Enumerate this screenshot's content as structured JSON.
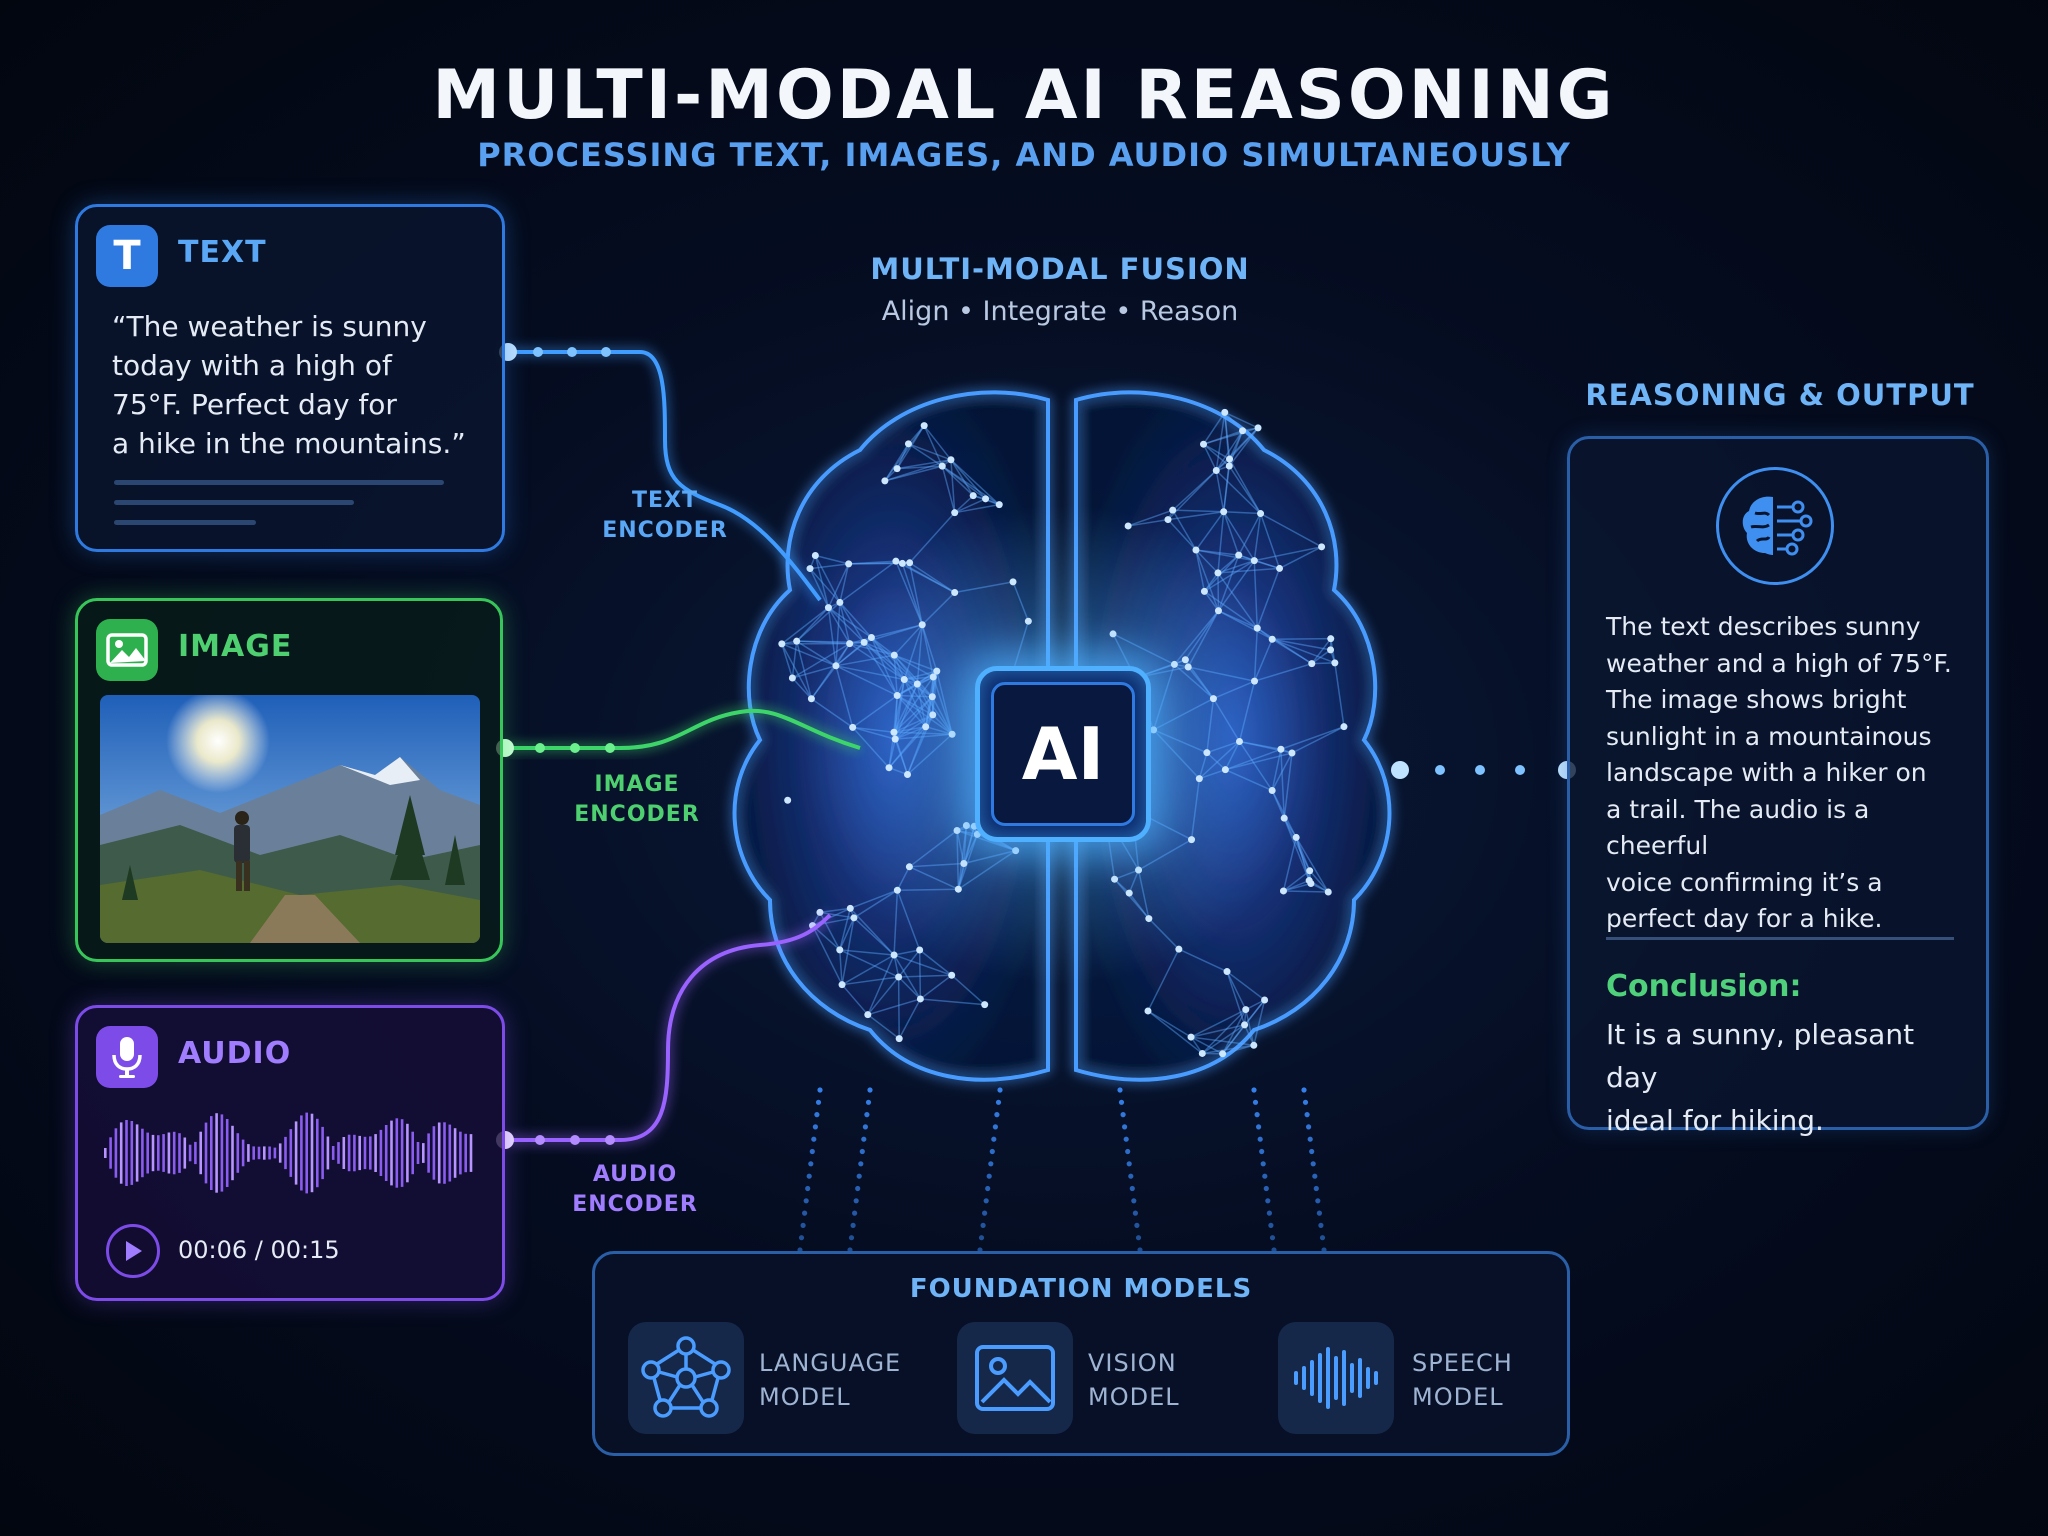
{
  "header": {
    "title": "MULTI-MODAL AI REASONING",
    "subtitle": "PROCESSING TEXT, IMAGES, AND AUDIO SIMULTANEOUSLY"
  },
  "inputs": {
    "text": {
      "badge": "T",
      "title": "TEXT",
      "quote_lines": [
        "“The weather is sunny",
        "today with a high of",
        "75°F. Perfect day for",
        "a hike in the mountains.”"
      ]
    },
    "image": {
      "title": "IMAGE"
    },
    "audio": {
      "title": "AUDIO",
      "time": "00:06 / 00:15"
    }
  },
  "encoders": {
    "text": [
      "TEXT",
      "ENCODER"
    ],
    "image": [
      "IMAGE",
      "ENCODER"
    ],
    "audio": [
      "AUDIO",
      "ENCODER"
    ]
  },
  "fusion": {
    "title": "MULTI-MODAL FUSION",
    "subtitle": "Align • Integrate • Reason",
    "chip_label": "AI"
  },
  "output": {
    "title": "REASONING & OUTPUT",
    "text_lines": [
      "The text describes sunny",
      "weather and a high of 75°F.",
      "The image shows bright",
      "sunlight in a mountainous",
      "landscape with a hiker on",
      "a trail. The audio is a cheerful",
      "voice confirming it’s a",
      "perfect day for a hike."
    ],
    "conclusion_label": "Conclusion:",
    "conclusion_lines": [
      "It is a sunny, pleasant day",
      "ideal for hiking."
    ]
  },
  "foundation": {
    "title": "FOUNDATION MODELS",
    "models": [
      {
        "lines": [
          "LANGUAGE",
          "MODEL"
        ],
        "icon": "network-icon"
      },
      {
        "lines": [
          "VISION",
          "MODEL"
        ],
        "icon": "image-icon"
      },
      {
        "lines": [
          "SPEECH",
          "MODEL"
        ],
        "icon": "soundwave-icon"
      }
    ]
  },
  "colors": {
    "text_accent": "#2f7ae0",
    "image_accent": "#38c65a",
    "audio_accent": "#7d4ce8",
    "brain_glow": "#3b8cff",
    "conclusion": "#4fd07a"
  }
}
